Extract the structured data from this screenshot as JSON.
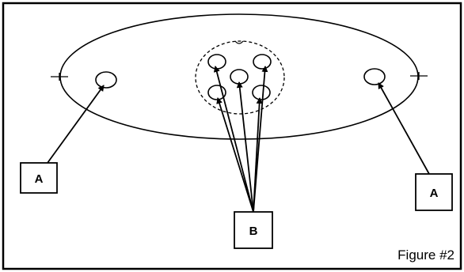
{
  "diagram": {
    "labels": {
      "a_left": "A",
      "a_right": "A",
      "b": "B"
    },
    "caption": "Figure #2"
  }
}
